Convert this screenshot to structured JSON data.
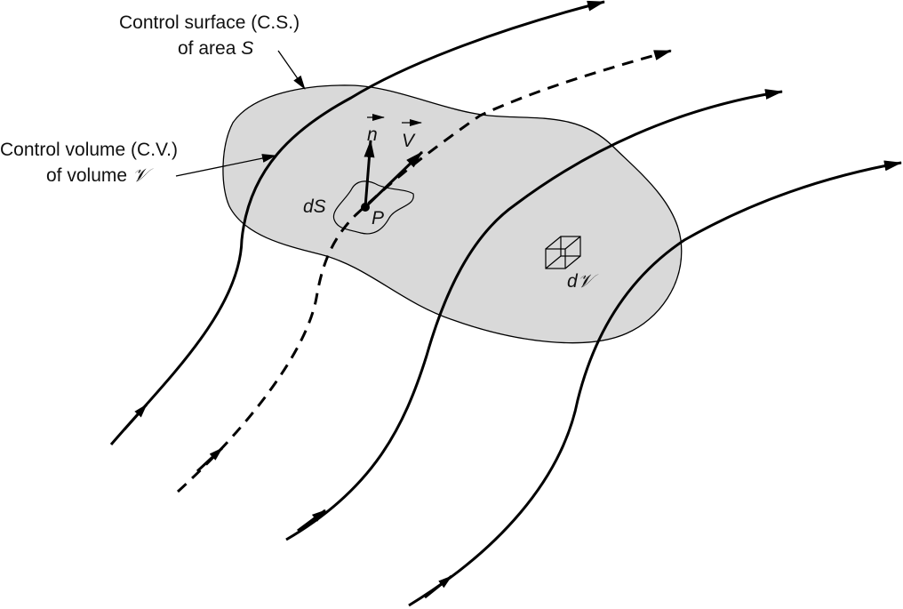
{
  "labels": {
    "cs_line1": "Control surface (C.S.)",
    "cs_line2_prefix": "of area ",
    "cs_symbol": "S",
    "cv_line1": "Control volume (C.V.)",
    "cv_line2_prefix": "of volume ",
    "cv_symbol": "𝒱",
    "ds": "dS",
    "point": "P",
    "normal": "n",
    "velocity": "V",
    "dv": "d𝒱"
  },
  "colors": {
    "region_fill": "#d9d9d9",
    "stroke": "#000000"
  }
}
